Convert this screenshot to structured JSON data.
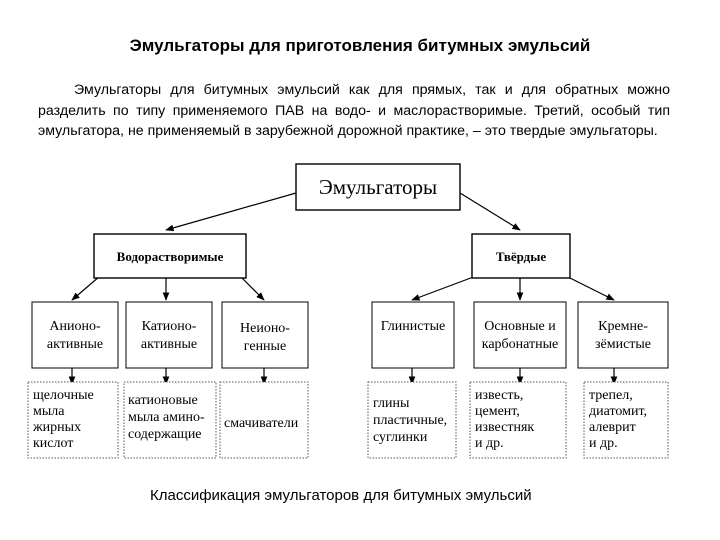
{
  "title": "Эмульгаторы для приготовления битумных эмульсий",
  "intro": "Эмульгаторы для битумных эмульсий как для прямых, так и для обратных можно разделить по типу применяемого ПАВ на водо- и маслорастворимые. Третий, особый тип эмульгатора, не применяемый в зарубежной дорожной практике, – это твердые эмульгаторы.",
  "diagram": {
    "root": "Эмульгаторы",
    "groups": [
      {
        "label": "Водорастворимые",
        "types": [
          {
            "label": [
              "Анионо-",
              "активные"
            ],
            "examples": [
              "щелочные",
              "мыла",
              "жирных",
              "кислот"
            ]
          },
          {
            "label": [
              "Катионо-",
              "активные"
            ],
            "examples": [
              "катионовые",
              "мыла амино-",
              "содержащие"
            ]
          },
          {
            "label": [
              "Неионо-",
              "генные"
            ],
            "examples": [
              "смачиватели"
            ]
          }
        ]
      },
      {
        "label": "Твёрдые",
        "types": [
          {
            "label": [
              "Глинистые"
            ],
            "examples": [
              "глины",
              "пластичные,",
              "суглинки"
            ]
          },
          {
            "label": [
              "Основные и",
              "карбонатные"
            ],
            "examples": [
              "известь,",
              "цемент,",
              "известняк",
              "и др."
            ]
          },
          {
            "label": [
              "Кремне-",
              "зёмистые"
            ],
            "examples": [
              "трепел,",
              "диатомит,",
              "алеврит",
              "и др."
            ]
          }
        ]
      }
    ]
  },
  "caption": "Классификация эмульгаторов для  битумных эмульсий"
}
